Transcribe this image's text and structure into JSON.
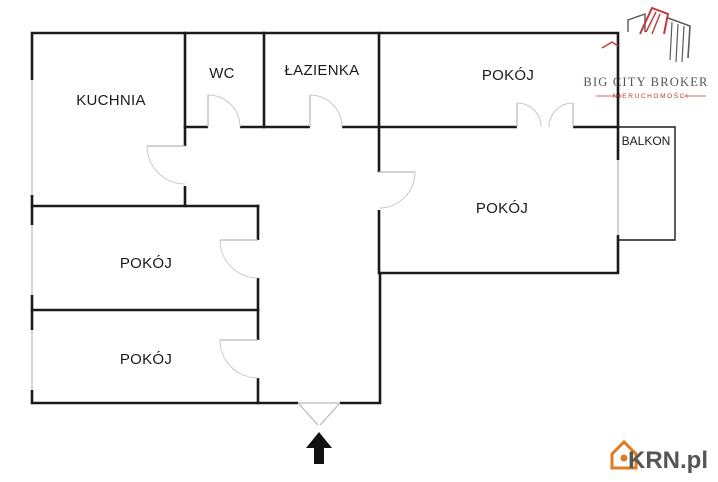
{
  "rooms": {
    "kitchen": "KUCHNIA",
    "wc": "WC",
    "bathroom": "ŁAZIENKA",
    "room_top_right": "POKÓJ",
    "room_center_right": "POKÓJ",
    "room_left_middle": "POKÓJ",
    "room_left_bottom": "POKÓJ",
    "balcony": "BALKON"
  },
  "brand": {
    "name": "BIG CITY BROKER",
    "tagline": "NIERUCHOMOŚCI",
    "accent_color": "#c0393b"
  },
  "watermark": {
    "text": "KRN.pl",
    "accent_color": "#e07b1f"
  },
  "icons": {
    "entrance": "arrow-up-icon",
    "logo": "skyscraper-logo-icon",
    "watermark": "house-icon"
  }
}
